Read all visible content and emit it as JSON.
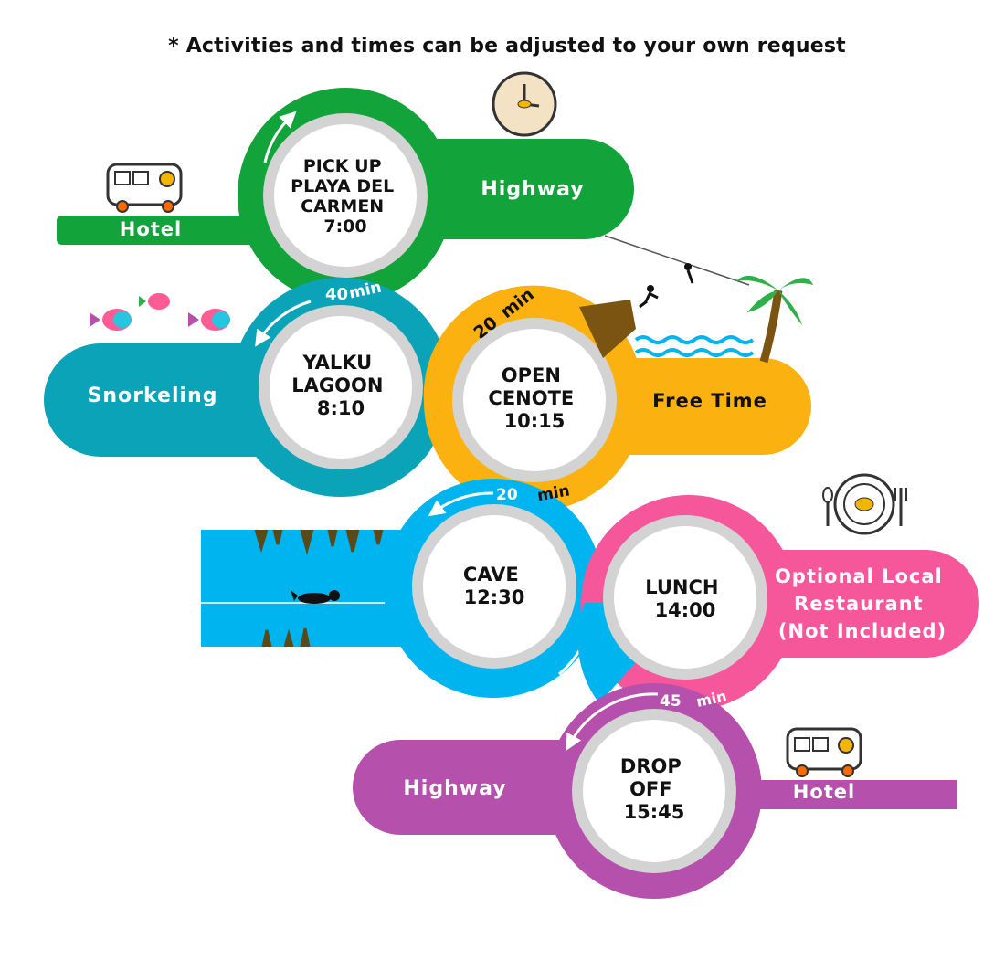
{
  "note": "* Activities and times can be adjusted to your own request",
  "stops": {
    "pickup": [
      "PICK UP",
      "PLAYA DEL",
      "CARMEN",
      "7:00"
    ],
    "yalku": [
      "YALKU",
      "LAGOON",
      "8:10"
    ],
    "cenote": [
      "OPEN",
      "CENOTE",
      "10:15"
    ],
    "cave": [
      "CAVE",
      "12:30"
    ],
    "lunch": [
      "LUNCH",
      "14:00"
    ],
    "dropoff": [
      "DROP",
      "OFF",
      "15:45"
    ]
  },
  "labels": {
    "hotel_start": "Hotel",
    "highway_top": "Highway",
    "snorkeling": "Snorkeling",
    "free_time": "Free Time",
    "restaurant": [
      "Optional Local",
      "Restaurant",
      "(Not Included)"
    ],
    "highway_bottom": "Highway",
    "hotel_end": "Hotel"
  },
  "durations": {
    "d1": {
      "num": "40",
      "unit": "min"
    },
    "d2": {
      "num": "20",
      "unit": "min"
    },
    "d3": {
      "num": "20",
      "unit": "min"
    },
    "d4": {
      "num": "45",
      "unit": "min"
    }
  },
  "colors": {
    "green": "#12a33a",
    "teal": "#0aa3b8",
    "orange": "#fbb210",
    "blue": "#00b5ef",
    "pink": "#f6579a",
    "purple": "#b550ad",
    "ring": "#d3d3d3"
  },
  "icons": [
    "clock-icon",
    "bus-icon",
    "fish-icon",
    "zipline-icon",
    "palm-tree-icon",
    "plate-icon",
    "diver-icon"
  ]
}
